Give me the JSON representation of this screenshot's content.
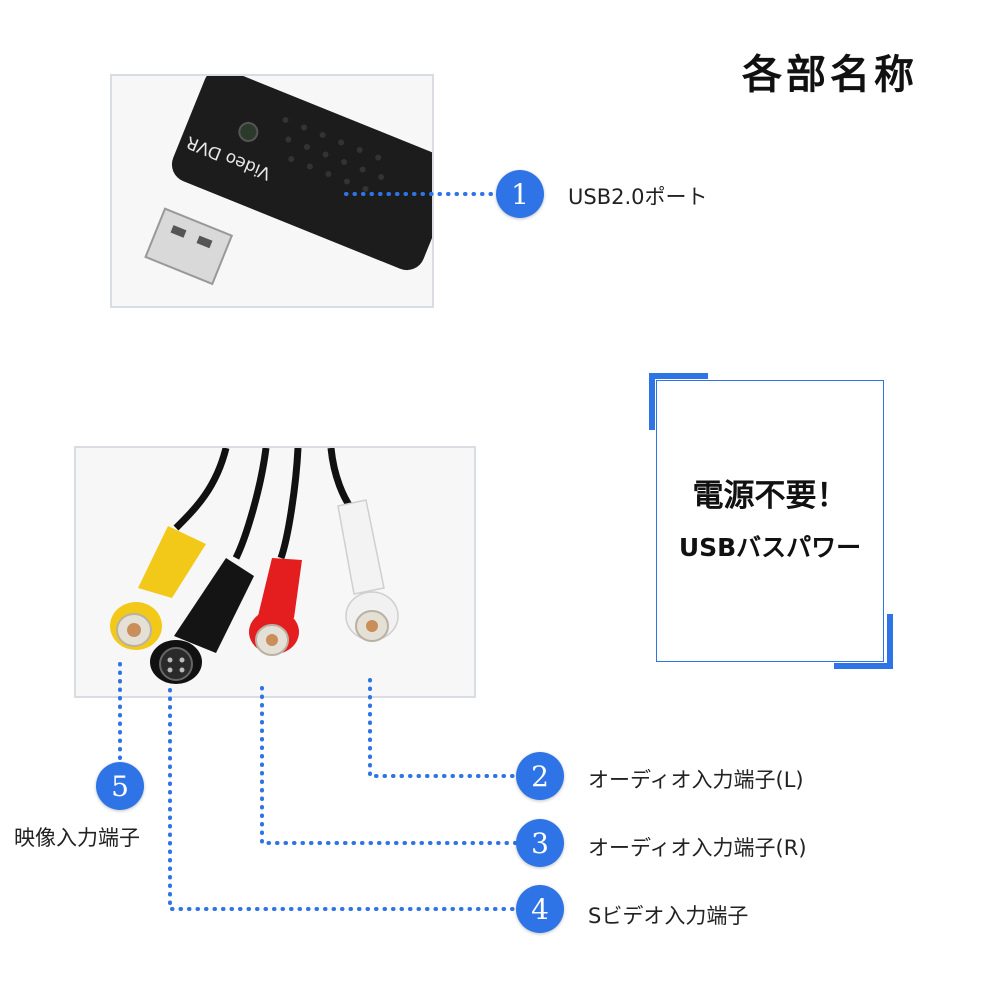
{
  "title": "各部名称",
  "device_label": "Video DVR",
  "parts": [
    {
      "number": "1",
      "label": "USB2.0ポート"
    },
    {
      "number": "2",
      "label": "オーディオ入力端子(L)"
    },
    {
      "number": "3",
      "label": "オーディオ入力端子(R)"
    },
    {
      "number": "4",
      "label": "Sビデオ入力端子"
    },
    {
      "number": "5",
      "label": "映像入力端子"
    }
  ],
  "callout": {
    "line1": "電源不要！",
    "line2": "USBバスパワー"
  },
  "colors": {
    "accent": "#2f74e6",
    "frame": "#d9dde3",
    "device": "#1a1a1a"
  }
}
